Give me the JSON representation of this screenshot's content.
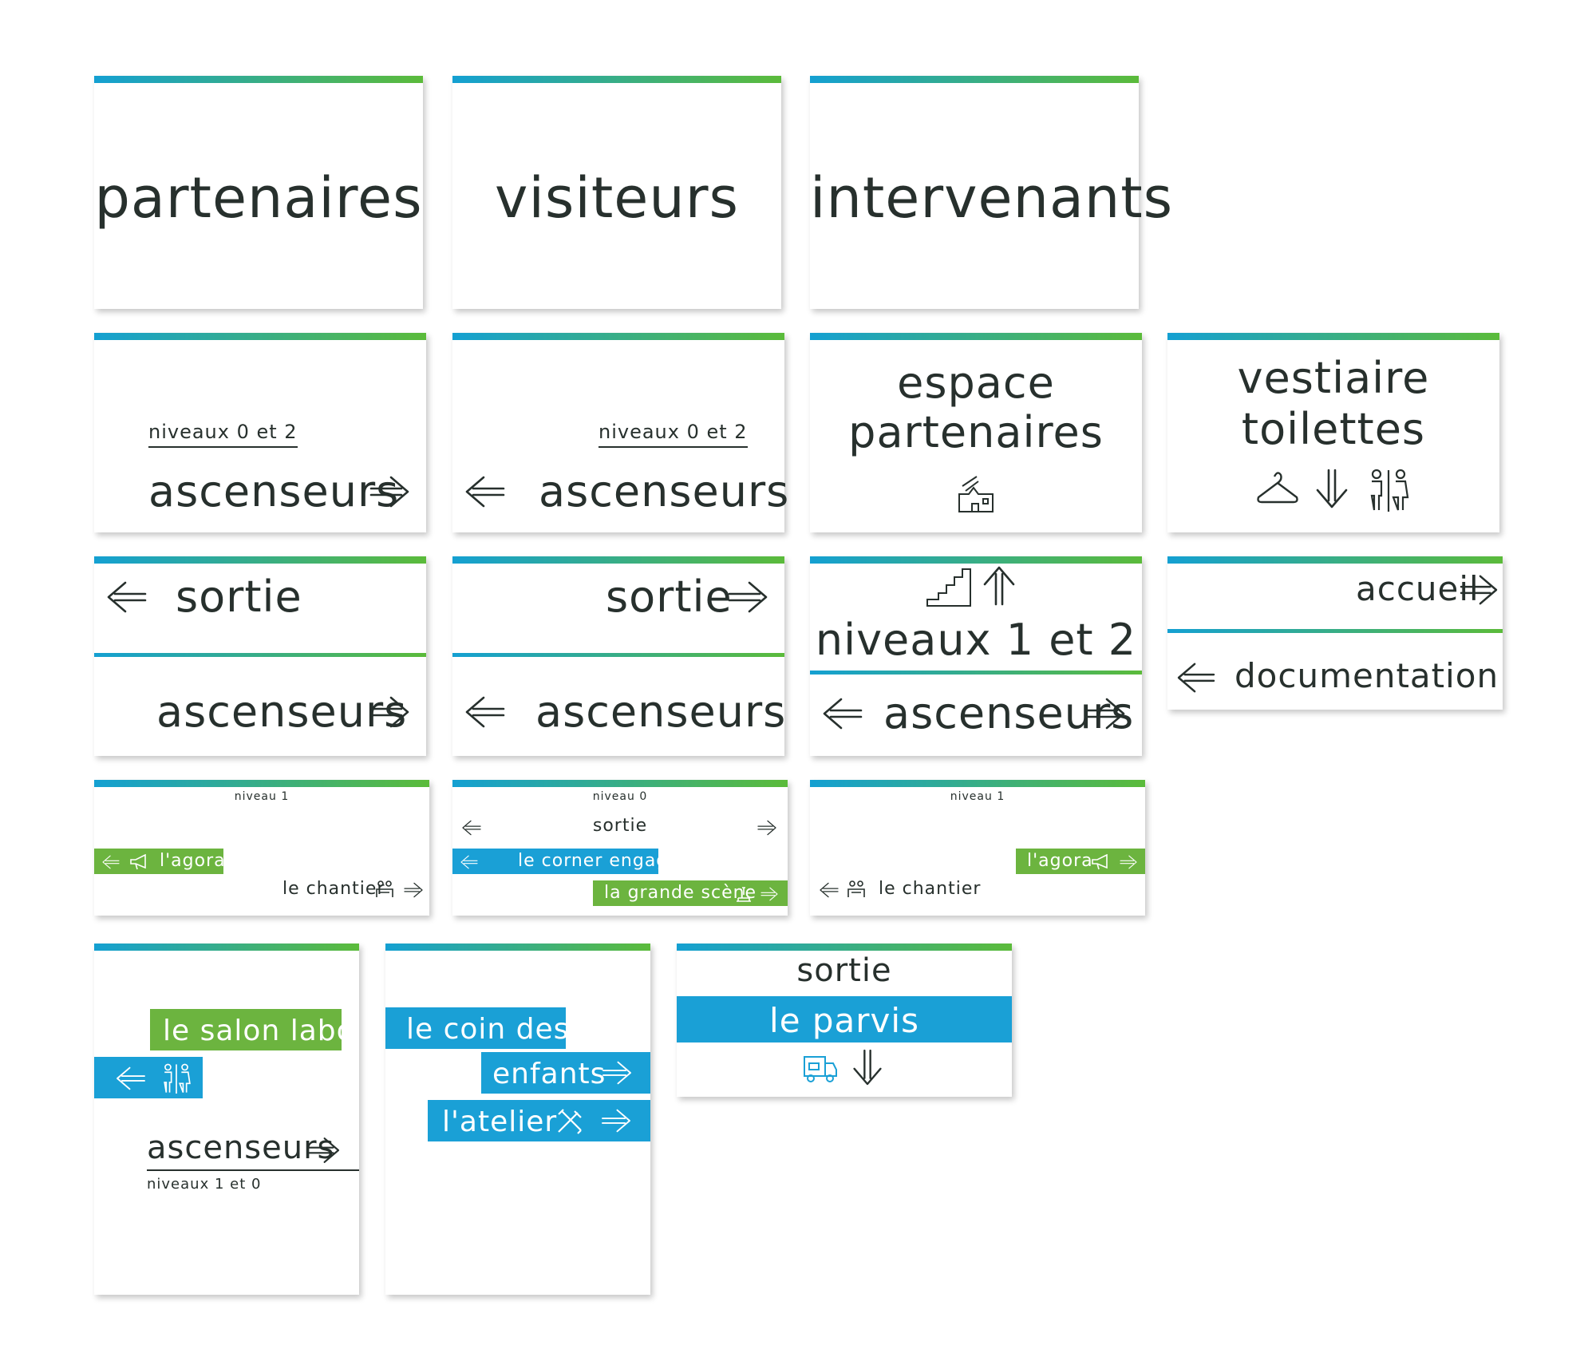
{
  "colors": {
    "blue": "#1aa0d6",
    "green": "#6cb43f",
    "text": "#27302d"
  },
  "signs": {
    "partenaires": "partenaires",
    "visiteurs": "visiteurs",
    "intervenants": "intervenants",
    "niveaux_0_et_2": "niveaux 0 et 2",
    "ascenseurs": "ascenseurs",
    "espace": "espace",
    "partenaires2": "partenaires",
    "vestiaire": "vestiaire",
    "toilettes": "toilettes",
    "sortie": "sortie",
    "niveaux_1_et_2": "niveaux 1 et 2",
    "accueil": "accueil",
    "documentation": "documentation",
    "niveau_1": "niveau 1",
    "niveau_0": "niveau 0",
    "agora": "l'agora",
    "chantier": "le chantier",
    "corner": "le corner engagé",
    "grande_scene": "la grande scène",
    "salon_labo": "le salon labo",
    "niveaux_1_et_0": "niveaux 1 et 0",
    "coin_des": "le coin des",
    "enfants": "enfants",
    "atelier": "l'atelier",
    "parvis": "le parvis"
  },
  "icons": [
    "arrow-left-icon",
    "arrow-right-icon",
    "arrow-up-icon",
    "arrow-down-icon",
    "hanger-icon",
    "toilets-icon",
    "partner-building-icon",
    "stairs-icon",
    "megaphone-icon",
    "meeting-icon",
    "stage-icon",
    "tools-icon",
    "van-icon"
  ]
}
